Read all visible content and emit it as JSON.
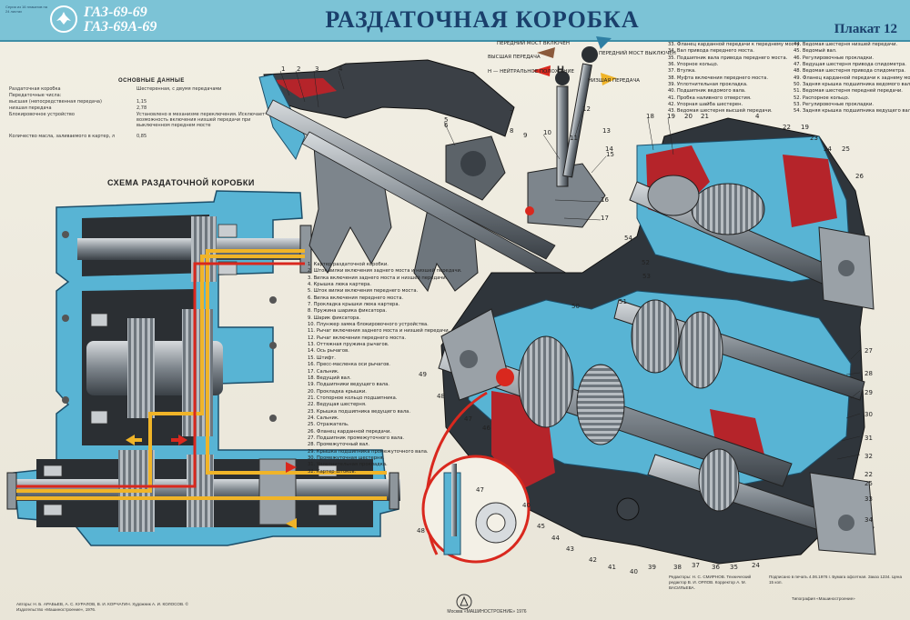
{
  "header": {
    "models_line1": "ГАЗ-69-69",
    "models_line2": "ГАЗ-69А-69",
    "title": "РАЗДАТОЧНАЯ КОРОБКА",
    "plakat": "Плакат 12",
    "tiny_top": "Серия из 16 плакатов на 24 листах"
  },
  "basic_data": {
    "heading": "ОСНОВНЫЕ ДАННЫЕ",
    "rows": [
      {
        "label": "Раздаточная коробка",
        "value": "Шестеренная, с двумя передачами"
      },
      {
        "label": "Передаточные числа:",
        "value": ""
      },
      {
        "label": "высшая (непосредственная передача)",
        "value": "1,15"
      },
      {
        "label": "низшая передача",
        "value": "2,78"
      },
      {
        "label": "Блокировочное устройство",
        "value": "Установлено в механизме переключения. Исключает возможность включения низшей передачи при выключенном переднем мосте"
      },
      {
        "label": "Количество масла, заливаемого в картер, л",
        "value": "0,85"
      }
    ]
  },
  "scheme_title": "СХЕМА РАЗДАТОЧНОЙ КОРОБКИ",
  "shift_labels": {
    "front_on": "ПЕРЕДНИЙ МОСТ ВКЛЮЧЕН",
    "front_off": "ПЕРЕДНИЙ МОСТ ВЫКЛЮЧЕН",
    "high": "ВЫСШАЯ ПЕРЕДАЧА",
    "neutral": "Н — НЕЙТРАЛЬНОЕ ПОЛОЖЕНИЕ",
    "low": "НИЗШАЯ ПЕРЕДАЧА",
    "letter_h": "Н"
  },
  "legend_mid": [
    "1. Картер раздаточной коробки.",
    "2. Шток вилки включения заднего моста и низшей передачи.",
    "3. Вилка включения заднего моста и низшей передачи.",
    "4. Крышка люка картера.",
    "5. Шток вилки включения переднего моста.",
    "6. Вилка включения переднего моста.",
    "7. Прокладка крышки люка картера.",
    "8. Пружина шарика фиксатора.",
    "9. Шарик фиксатора.",
    "10. Плунжер замка блокировочного устройства.",
    "11. Рычаг включения заднего моста и низшей передачи.",
    "12. Рычаг включения переднего моста.",
    "13. Оттяжная пружина рычагов.",
    "14. Ось рычагов.",
    "15. Штифт.",
    "16. Пресс-масленка оси рычагов.",
    "17. Сальник.",
    "18. Ведущий вал.",
    "19. Подшипники ведущего вала.",
    "20. Прокладка крышки.",
    "21. Стопорное кольцо подшипника.",
    "22. Ведущая шестерня.",
    "23. Крышка подшипника ведущего вала.",
    "24. Сальник.",
    "25. Отражатель.",
    "26. Фланец карданной передачи.",
    "27. Подшипник промежуточного вала.",
    "28. Промежуточный вал.",
    "29. Крышка подшипника промежуточного вала.",
    "30. Промежуточная шестерня.",
    "31. Уплотнительная прокладка.",
    "32. Картер штоков."
  ],
  "legend_right_a": [
    "33. Фланец карданной передачи к переднему мосту.",
    "34. Вал привода переднего моста.",
    "35. Подшипник вала привода переднего моста.",
    "36. Упорное кольцо.",
    "37. Втулка.",
    "38. Муфта включения переднего моста.",
    "39. Уплотнительная прокладка.",
    "40. Подшипник ведомого вала.",
    "41. Пробка наливного отверстия.",
    "42. Упорная шайба шестерен.",
    "43. Ведомая шестерня высшей передачи."
  ],
  "legend_right_b": [
    "44. Ведомая шестерня низшей передачи.",
    "45. Ведомый вал.",
    "46. Регулировочные прокладки.",
    "47. Ведущая шестерня привода спидометра.",
    "48. Ведомая шестерня привода спидометра.",
    "49. Фланец карданной передачи к заднему мосту.",
    "50. Задняя крышка подшипника ведомого вала.",
    "51. Ведомая шестерня передней передачи.",
    "52. Распорное кольцо.",
    "53. Регулировочные прокладки.",
    "54. Задняя крышка подшипника ведущего вала."
  ],
  "footer": {
    "left": "Авторы: Н. Б. АРАБЬЕВ, А. С. КУРАЛОВ, В. И. КОРЧАГИН. Художник А. И. КОЛОСОВ. © Издательство «Машиностроение», 1976.",
    "center": "Москва «МАШИНОСТРОЕНИЕ» 1976",
    "right_a": "Редакторы: Н. С. СМИРНОВ. Технический редактор В. И. ОРЛОВ. Корректор А. М. ВАСИЛЬЕВА.",
    "right_b": "Подписано в печать 4.06.1976 г. Бумага офсетная. Заказ 1234. Цена 15 коп.",
    "right_c": "Типография «Машиностроение»"
  },
  "callout_numbers": {
    "top_left": [
      "1",
      "2",
      "3",
      "4",
      "5",
      "6",
      "7",
      "8",
      "9",
      "10",
      "11",
      "12",
      "13",
      "14",
      "15",
      "16",
      "17"
    ],
    "right_top": [
      "18",
      "19",
      "20",
      "21",
      "4",
      "22",
      "19",
      "23",
      "24",
      "25",
      "26"
    ],
    "right_side": [
      "27",
      "28",
      "29",
      "30",
      "31",
      "32",
      "22",
      "25",
      "33",
      "34"
    ],
    "bottom": [
      "40",
      "45",
      "44",
      "43",
      "42",
      "41",
      "40",
      "39",
      "38",
      "37",
      "36",
      "35",
      "24"
    ],
    "left_mid": [
      "49",
      "48",
      "47",
      "46",
      "50",
      "51",
      "52",
      "53",
      "54"
    ],
    "inset": [
      "47",
      "48"
    ]
  },
  "colors": {
    "header": "#7cc3d6",
    "title": "#1a3f6b",
    "casing_blue": "#58b4d4",
    "casing_dark": "#2f7fa3",
    "red_section": "#b5242a",
    "steel": "#8a9096",
    "yellow_flow": "#f0b428",
    "red_flow": "#d9281e"
  },
  "icons": {
    "logo": "gaz-deer-logo-icon",
    "arrow_yellow": "arrow-left-icon",
    "arrow_red": "arrow-right-icon"
  }
}
